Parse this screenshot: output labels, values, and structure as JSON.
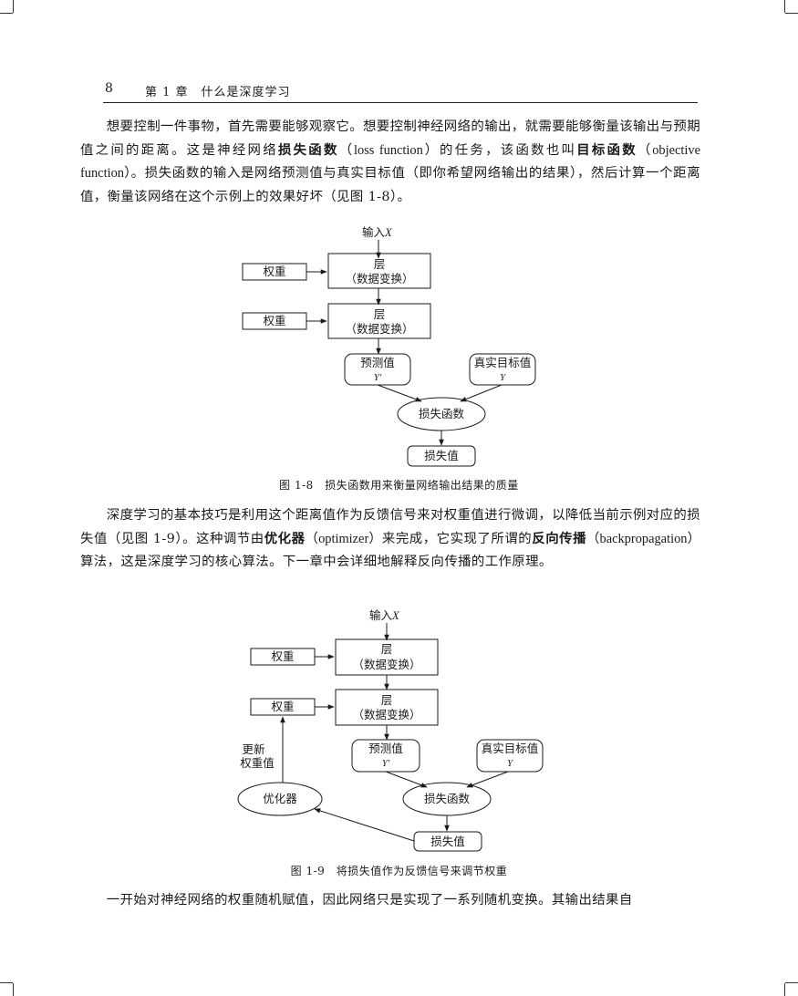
{
  "header": {
    "page_number": "8",
    "chapter_title": "第 1 章　什么是深度学习"
  },
  "paragraph1": {
    "t1": "想要控制一件事物，首先需要能够观察它。想要控制神经网络的输出，就需要能够衡量该输出与预期值之间的距离。这是神经网络",
    "b1": "损失函数",
    "e1": "（loss function）",
    "t2": "的任务，该函数也叫",
    "b2": "目标函数",
    "e2": "（objective function）",
    "t3": "。损失函数的输入是网络预测值与真实目标值（即你希望网络输出的结果），然后计算一个距离值，衡量该网络在这个示例上的效果好坏（见图 1-8）。"
  },
  "figure1": {
    "input": "输入",
    "input_var": "X",
    "weight1": "权重",
    "weight2": "权重",
    "layer1_title": "层",
    "layer1_sub": "（数据变换）",
    "layer2_title": "层",
    "layer2_sub": "（数据变换）",
    "pred": "预测值",
    "pred_var": "Y′",
    "target": "真实目标值",
    "target_var": "Y",
    "loss_fn": "损失函数",
    "loss_val": "损失值",
    "caption": "图 1-8　损失函数用来衡量网络输出结果的质量"
  },
  "paragraph2": {
    "t1": "深度学习的基本技巧是利用这个距离值作为反馈信号来对权重值进行微调，以降低当前示例对应的损失值（见图 1-9）。这种调节由",
    "b1": "优化器",
    "e1": "（optimizer）",
    "t2": "来完成，它实现了所谓的",
    "b2": "反向传播",
    "e2": "（backpropagation）",
    "t3": "算法，这是深度学习的核心算法。下一章中会详细地解释反向传播的工作原理。"
  },
  "figure2": {
    "input": "输入",
    "input_var": "X",
    "weight1": "权重",
    "weight2": "权重",
    "layer1_title": "层",
    "layer1_sub": "（数据变换）",
    "layer2_title": "层",
    "layer2_sub": "（数据变换）",
    "update_line1": "更新",
    "update_line2": "权重值",
    "pred": "预测值",
    "pred_var": "Y′",
    "target": "真实目标值",
    "target_var": "Y",
    "optimizer": "优化器",
    "loss_fn": "损失函数",
    "loss_val": "损失值",
    "caption": "图 1-9　将损失值作为反馈信号来调节权重"
  },
  "paragraph3": {
    "t1": "一开始对神经网络的权重随机赋值，因此网络只是实现了一系列随机变换。其输出结果自"
  }
}
